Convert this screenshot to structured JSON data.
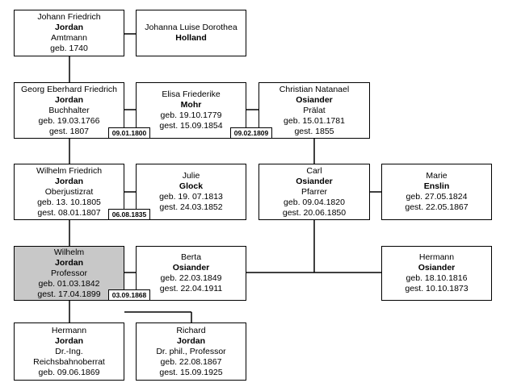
{
  "persons": [
    {
      "id": "johann_friedrich",
      "lines": [
        {
          "text": "Johann Friedrich",
          "bold": false
        },
        {
          "text": "Jordan",
          "bold": true
        },
        {
          "text": "Amtmann",
          "bold": false
        },
        {
          "text": "geb. 1740",
          "bold": false
        }
      ]
    },
    {
      "id": "johanna_luise",
      "lines": [
        {
          "text": "Johanna Luise Dorothea",
          "bold": false
        },
        {
          "text": "Holland",
          "bold": true
        }
      ]
    },
    {
      "id": "georg_eberhard",
      "lines": [
        {
          "text": "Georg Eberhard Friedrich",
          "bold": false
        },
        {
          "text": "Jordan",
          "bold": true
        },
        {
          "text": "Buchhalter",
          "bold": false
        },
        {
          "text": "geb. 19.03.1766",
          "bold": false
        },
        {
          "text": "gest. 1807",
          "bold": false
        }
      ]
    },
    {
      "id": "elisa_friederike",
      "lines": [
        {
          "text": "Elisa Friederike",
          "bold": false
        },
        {
          "text": "Mohr",
          "bold": true
        },
        {
          "text": "geb. 19.10.1779",
          "bold": false
        },
        {
          "text": "gest. 15.09.1854",
          "bold": false
        }
      ]
    },
    {
      "id": "christian_natanael",
      "lines": [
        {
          "text": "Christian Natanael",
          "bold": false
        },
        {
          "text": "Osiander",
          "bold": true
        },
        {
          "text": "Prälat",
          "bold": false
        },
        {
          "text": "geb. 15.01.1781",
          "bold": false
        },
        {
          "text": "gest. 1855",
          "bold": false
        }
      ]
    },
    {
      "id": "wilhelm_friedrich",
      "lines": [
        {
          "text": "Wilhelm Friedrich",
          "bold": false
        },
        {
          "text": "Jordan",
          "bold": true
        },
        {
          "text": "Oberjustizrat",
          "bold": false
        },
        {
          "text": "geb. 13. 10.1805",
          "bold": false
        },
        {
          "text": "gest. 08.01.1807",
          "bold": false
        }
      ]
    },
    {
      "id": "julie",
      "lines": [
        {
          "text": "Julie",
          "bold": false
        },
        {
          "text": "Glock",
          "bold": true
        },
        {
          "text": "geb. 19. 07.1813",
          "bold": false
        },
        {
          "text": "gest. 24.03.1852",
          "bold": false
        }
      ]
    },
    {
      "id": "carl",
      "lines": [
        {
          "text": "Carl",
          "bold": false
        },
        {
          "text": "Osiander",
          "bold": true
        },
        {
          "text": "Pfarrer",
          "bold": false
        },
        {
          "text": "geb. 09.04.1820",
          "bold": false
        },
        {
          "text": "gest. 20.06.1850",
          "bold": false
        }
      ]
    },
    {
      "id": "marie",
      "lines": [
        {
          "text": "Marie",
          "bold": false
        },
        {
          "text": "Enslin",
          "bold": true
        },
        {
          "text": "geb. 27.05.1824",
          "bold": false
        },
        {
          "text": "gest. 22.05.1867",
          "bold": false
        }
      ]
    },
    {
      "id": "wilhelm",
      "lines": [
        {
          "text": "Wilhelm",
          "bold": false
        },
        {
          "text": "Jordan",
          "bold": true
        },
        {
          "text": "Professor",
          "bold": false
        },
        {
          "text": "geb. 01.03.1842",
          "bold": false
        },
        {
          "text": "gest. 17.04.1899",
          "bold": false
        }
      ]
    },
    {
      "id": "berta",
      "lines": [
        {
          "text": "Berta",
          "bold": false
        },
        {
          "text": "Osiander",
          "bold": true
        },
        {
          "text": "geb. 22.03.1849",
          "bold": false
        },
        {
          "text": "gest. 22.04.1911",
          "bold": false
        }
      ]
    },
    {
      "id": "hermann_osiander",
      "lines": [
        {
          "text": "Hermann",
          "bold": false
        },
        {
          "text": "Osiander",
          "bold": true
        },
        {
          "text": "geb. 18.10.1816",
          "bold": false
        },
        {
          "text": "gest. 10.10.1873",
          "bold": false
        }
      ]
    },
    {
      "id": "hermann_jordan",
      "lines": [
        {
          "text": "Hermann",
          "bold": false
        },
        {
          "text": "Jordan",
          "bold": true
        },
        {
          "text": "Dr.-Ing.",
          "bold": false
        },
        {
          "text": "Reichsbahnoberrat",
          "bold": false
        },
        {
          "text": "geb. 09.06.1869",
          "bold": false
        }
      ]
    },
    {
      "id": "richard",
      "lines": [
        {
          "text": "Richard",
          "bold": false
        },
        {
          "text": "Jordan",
          "bold": true
        },
        {
          "text": "Dr. phil., Professor",
          "bold": false
        },
        {
          "text": "geb. 22.08.1867",
          "bold": false
        },
        {
          "text": "gest. 15.09.1925",
          "bold": false
        }
      ]
    }
  ],
  "marriage_dates": [
    {
      "id": "m1800",
      "text": "09.01.1800"
    },
    {
      "id": "m1809",
      "text": "09.02.1809"
    },
    {
      "id": "m1835",
      "text": "06.08.1835"
    },
    {
      "id": "m1868",
      "text": "03.09.1868"
    }
  ]
}
